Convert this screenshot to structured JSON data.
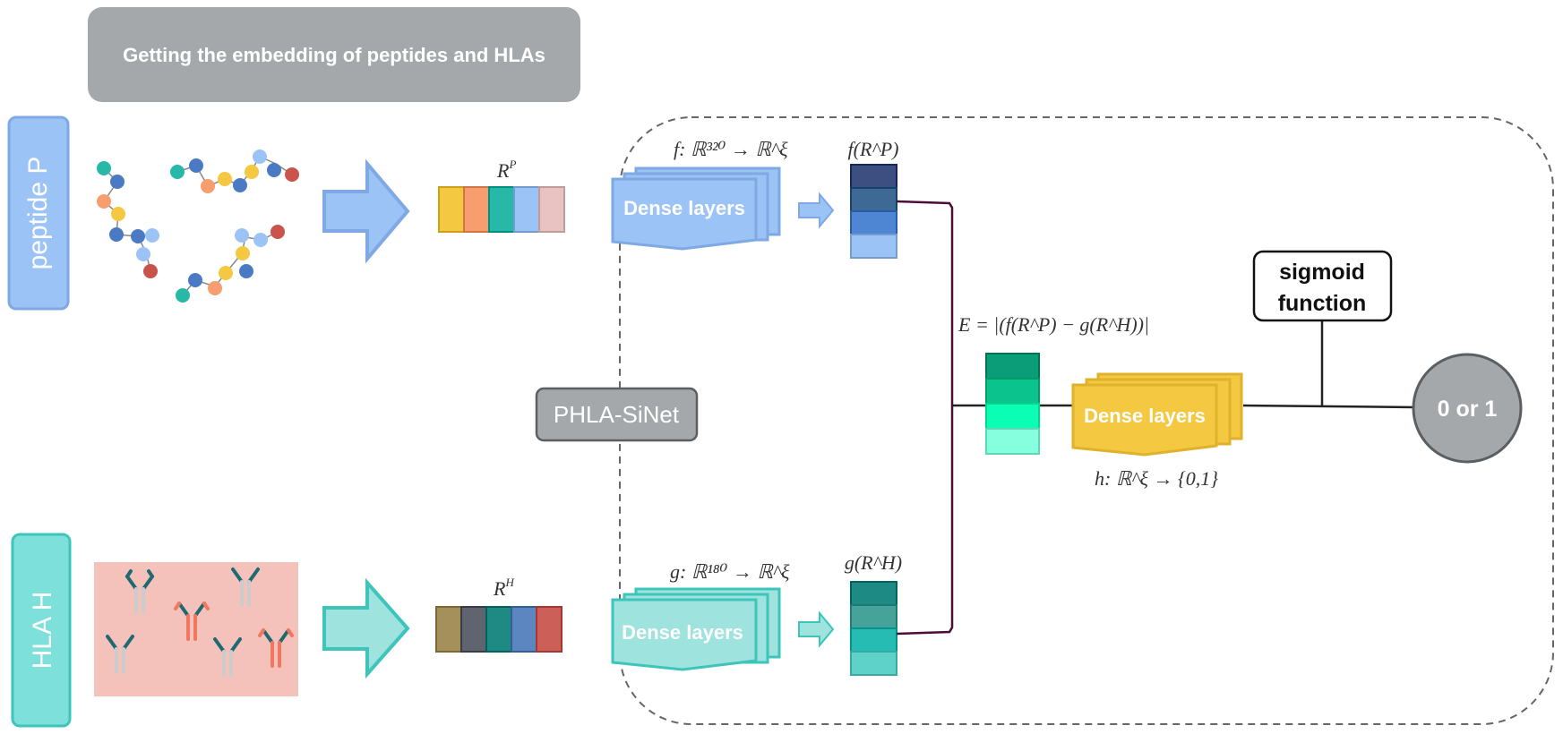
{
  "header": {
    "title": "Getting the embedding of peptides and HLAs"
  },
  "side_labels": {
    "peptide": "peptide P",
    "hla": "HLA H"
  },
  "model_label": "PHLA-SiNet",
  "dense_layers_label": "Dense layers",
  "math": {
    "rp": "R",
    "rp_sup": "P",
    "rh": "R",
    "rh_sup": "H",
    "f_map": "f: ℝ³²⁰ → ℝ^ξ",
    "g_map": "g: ℝ¹⁸⁰ → ℝ^ξ",
    "f_out": "f(R^P)",
    "g_out": "g(R^H)",
    "energy": "E = |(f(R^P) − g(R^H))|",
    "h_map": "h: ℝ^ξ → {0,1}"
  },
  "sigmoid": {
    "line1": "sigmoid",
    "line2": "function"
  },
  "output": {
    "label": "0 or 1"
  },
  "colors": {
    "peptide_blue": "#9cc3f5",
    "hla_teal": "#7ee0db",
    "dense_yellow": "#f5c842",
    "gray_box": "#a5a8ab",
    "connector": "#4b0d3a"
  },
  "rp_vector_colors": [
    "#f5c842",
    "#f79d6e",
    "#27b8a8",
    "#9cc3f5",
    "#e9c3c1"
  ],
  "rh_vector_colors": [
    "#a58f5a",
    "#5f646e",
    "#1f8a84",
    "#5b86c0",
    "#cc5f58"
  ],
  "f_output_colors": [
    "#3d4f80",
    "#3e6995",
    "#4f86d3",
    "#9cc3f5"
  ],
  "g_output_colors": [
    "#1e8a84",
    "#46a39a",
    "#27bcb3",
    "#5ed1c8"
  ],
  "e_vector_colors": [
    "#0b9c78",
    "#0bc48d",
    "#0bffb4",
    "#86ffdf"
  ]
}
